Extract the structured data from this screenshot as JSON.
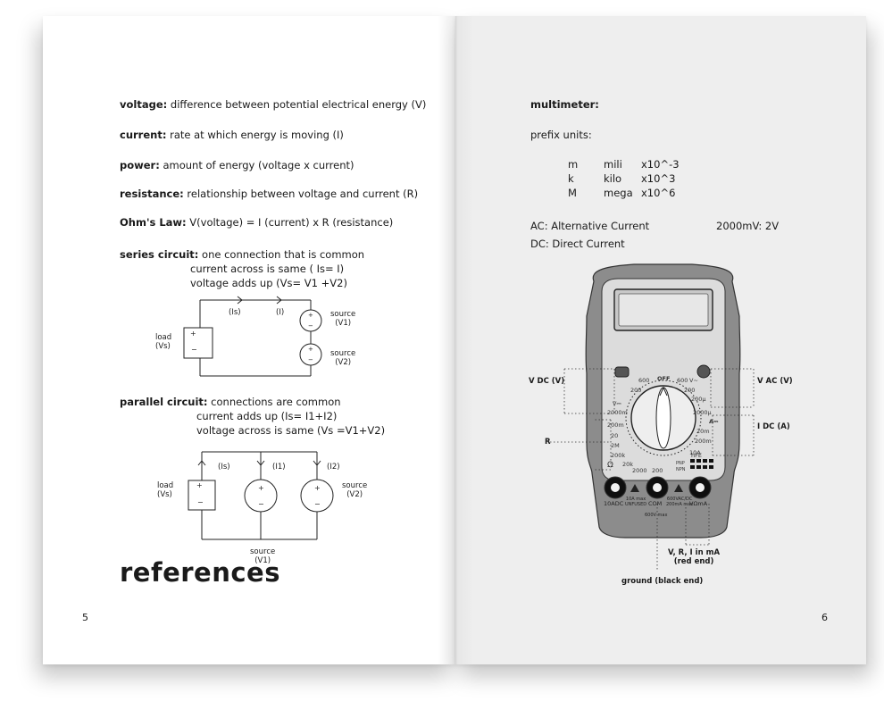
{
  "left_page": {
    "definitions": [
      {
        "term": "voltage:",
        "text": " difference between potential electrical energy (V)"
      },
      {
        "term": "current:",
        "text": " rate at which energy is moving (I)"
      },
      {
        "term": "power:",
        "text": " amount of energy (voltage x current)"
      },
      {
        "term": "resistance:",
        "text": " relationship between voltage and current (R)"
      },
      {
        "term": "Ohm's Law:",
        "text": " V(voltage) = I (current) x R (resistance)"
      }
    ],
    "series": {
      "term": "series circuit:",
      "lines": [
        " one connection that is common",
        "current across is same ( Is= I)",
        "voltage adds up (Vs= V1 +V2)"
      ],
      "labels": {
        "is": "(Is)",
        "i": "(I)",
        "source1": "source\n(V1)",
        "source2": "source\n(V2)",
        "load": "load\n(Vs)"
      }
    },
    "parallel": {
      "term": "parallel circuit:",
      "lines": [
        " connections are common",
        "current adds up (Is= I1+I2)",
        "voltage across is same (Vs =V1+V2)"
      ],
      "labels": {
        "is": "(Is)",
        "i1": "(I1)",
        "i2": "(I2)",
        "load": "load\n(Vs)",
        "source_v2": "source\n(V2)",
        "source_v1": "source\n(V1)"
      }
    },
    "references": "references",
    "page_number": "5"
  },
  "right_page": {
    "heading": "multimeter:",
    "prefix_title": "prefix units:",
    "prefixes": [
      {
        "sym": "m",
        "name": "mili",
        "exp": "x10^-3"
      },
      {
        "sym": "k",
        "name": "kilo",
        "exp": "x10^3"
      },
      {
        "sym": "M",
        "name": "mega",
        "exp": "x10^6"
      }
    ],
    "ac": "AC: Alternative Current",
    "dc": "DC: Direct Current",
    "example": "2000mV: 2V",
    "callouts": {
      "vdc": "V DC (V)",
      "r": "R",
      "vac": "V AC (V)",
      "idc": "I DC (A)",
      "red": "V, R, I in mA\n(red end)",
      "ground": "ground (black end)"
    },
    "dial": {
      "off": "OFF",
      "v_ac": "V~",
      "v_dc": "V⎓",
      "ohm": "Ω",
      "hfe": "hFE",
      "r600a": "600",
      "r200a": "200",
      "r600b": "600",
      "r200b": "200",
      "r2000m": "2000m",
      "r200m": "200m",
      "r20": "20",
      "r2m": "2M",
      "r200k": "200k",
      "r20k": "20k",
      "r2000": "2000",
      "r200": "200",
      "a200u": "200µ",
      "a2000u": "2000µ",
      "a_dc": "A⎓",
      "a20m": "20m",
      "a200m": "200m",
      "a10a": "10A",
      "pnp": "PNP",
      "npn": "NPN"
    },
    "jacks": {
      "left": "10ADC",
      "left_note": "10A max\nUNFUSED",
      "com": "COM",
      "right_note": "600VAC/DC\n200mA max",
      "right": "VΩmA",
      "bottom": "600V max"
    },
    "page_number": "6"
  }
}
